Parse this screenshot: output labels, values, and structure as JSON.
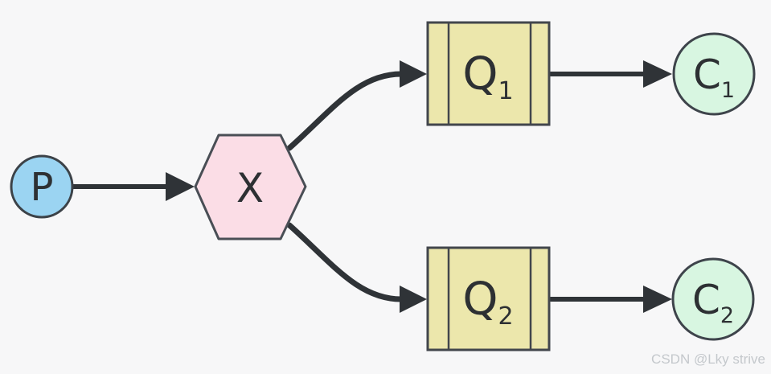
{
  "diagram": {
    "watermark": "CSDN @Lky  strive",
    "colors": {
      "background": "#f7f7f8",
      "arrow": "#2f3337",
      "producer_fill": "#9bd4f2",
      "producer_border": "#3c4248",
      "exchange_fill": "#fbdde6",
      "exchange_border": "#494e55",
      "queue_fill": "#ece7ac",
      "queue_border": "#42464c",
      "consumer_fill": "#d8f6e1",
      "consumer_border": "#3e444b"
    },
    "nodes": {
      "producer": {
        "label": "P",
        "type": "circle"
      },
      "exchange": {
        "label": "X",
        "type": "hexagon"
      },
      "queue1": {
        "label": "Q",
        "sub": "1",
        "type": "queue"
      },
      "queue2": {
        "label": "Q",
        "sub": "2",
        "type": "queue"
      },
      "consumer1": {
        "label": "C",
        "sub": "1",
        "type": "circle"
      },
      "consumer2": {
        "label": "C",
        "sub": "2",
        "type": "circle"
      }
    },
    "edges": [
      {
        "from": "P",
        "to": "X"
      },
      {
        "from": "X",
        "to": "Q1"
      },
      {
        "from": "X",
        "to": "Q2"
      },
      {
        "from": "Q1",
        "to": "C1"
      },
      {
        "from": "Q2",
        "to": "C2"
      }
    ]
  }
}
